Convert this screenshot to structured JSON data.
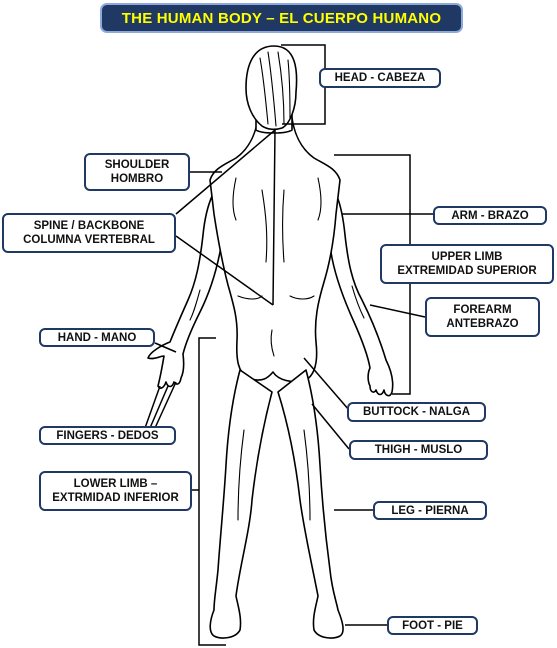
{
  "title": "THE HUMAN BODY – EL CUERPO HUMANO",
  "labels": {
    "head": "HEAD -  CABEZA",
    "shoulder": [
      "SHOULDER",
      "HOMBRO"
    ],
    "spine": [
      "SPINE / BACKBONE",
      "COLUMNA VERTEBRAL"
    ],
    "arm": "ARM - BRAZO",
    "upper_limb": [
      "UPPER LIMB",
      "EXTREMIDAD SUPERIOR"
    ],
    "forearm": [
      "FOREARM",
      "ANTEBRAZO"
    ],
    "hand": "HAND - MANO",
    "buttock": "BUTTOCK - NALGA",
    "fingers": "FINGERS - DEDOS",
    "thigh": "THIGH - MUSLO",
    "lower_limb": [
      "LOWER LIMB  –",
      "EXTRMIDAD INFERIOR"
    ],
    "leg": "LEG - PIERNA",
    "foot": "FOOT - PIE"
  },
  "colors": {
    "title_bg": "#1f3864",
    "title_text": "#ffff00",
    "label_border": "#1f3864"
  }
}
